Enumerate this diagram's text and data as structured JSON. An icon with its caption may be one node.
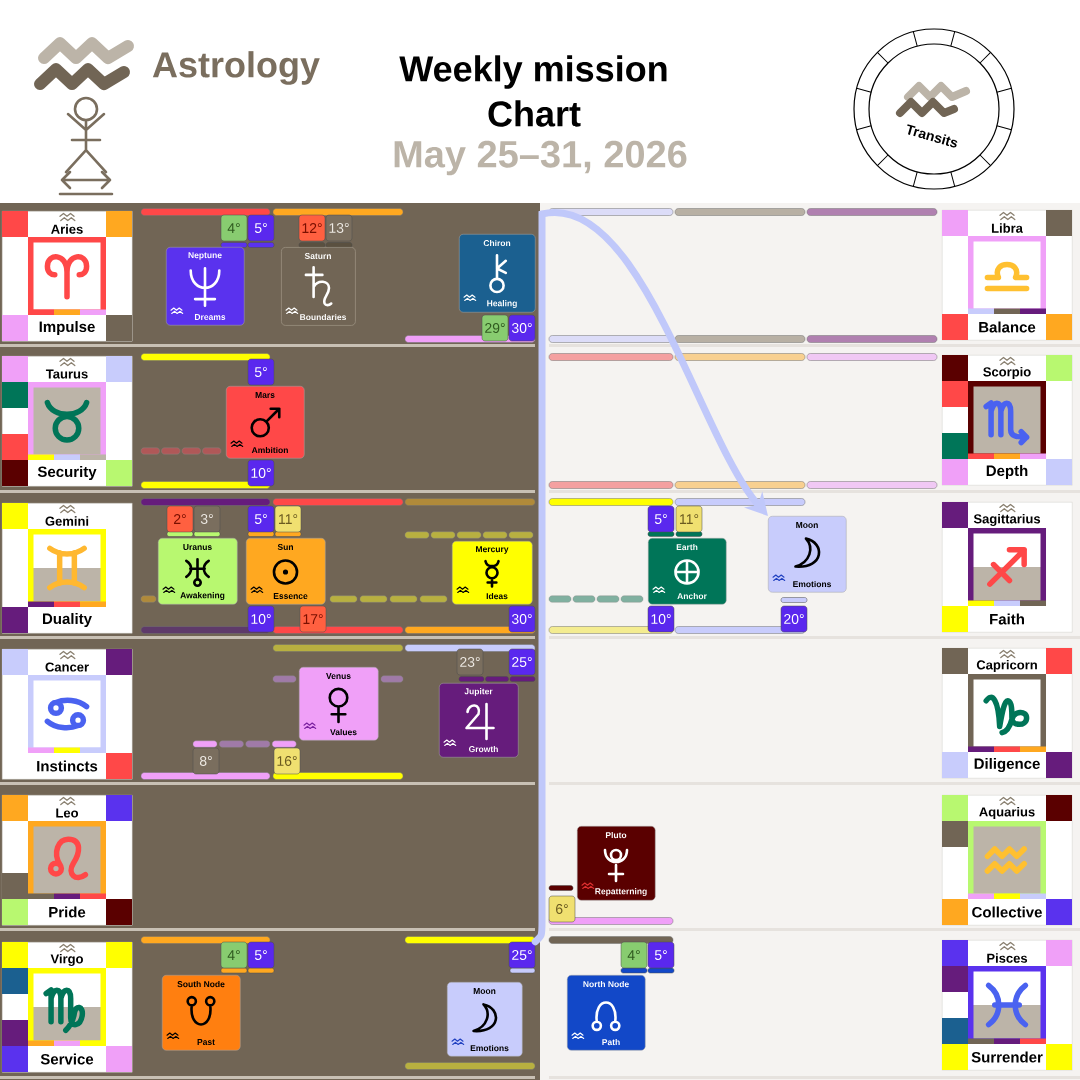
{
  "diagram": {
    "title": "Weekly mission Chart",
    "nodes": [
      {
        "text": [
          "Transits"
        ]
      },
      {
        "text": [
          "Aries",
          "Impulse"
        ]
      },
      {
        "text": [
          "4°"
        ]
      },
      {
        "text": [
          "5°"
        ]
      },
      {
        "text": [
          "12°"
        ]
      },
      {
        "text": [
          "13°"
        ]
      },
      {
        "text": [
          "Neptune",
          "Dreams"
        ]
      },
      {
        "text": [
          "Saturn",
          "Boundaries"
        ]
      },
      {
        "text": [
          "Chiron",
          "Healing"
        ]
      },
      {
        "text": [
          "29°"
        ]
      },
      {
        "text": [
          "30°"
        ]
      },
      {
        "text": [
          "Libra",
          "Balance"
        ]
      },
      {
        "text": [
          "Taurus",
          "Security"
        ]
      },
      {
        "text": [
          "5°"
        ]
      },
      {
        "text": [
          "Mars",
          "Ambition"
        ]
      },
      {
        "text": [
          "10°"
        ]
      },
      {
        "text": [
          "Scorpio",
          "Depth"
        ]
      },
      {
        "text": [
          "Gemini",
          "Duality"
        ]
      },
      {
        "text": [
          "2°"
        ]
      },
      {
        "text": [
          "3°"
        ]
      },
      {
        "text": [
          "5°"
        ]
      },
      {
        "text": [
          "11°"
        ]
      },
      {
        "text": [
          "Uranus",
          "Awakening"
        ]
      },
      {
        "text": [
          "Sun",
          "Essence"
        ]
      },
      {
        "text": [
          "Mercury",
          "Ideas"
        ]
      },
      {
        "text": [
          "10°"
        ]
      },
      {
        "text": [
          "17°"
        ]
      },
      {
        "text": [
          "30°"
        ]
      },
      {
        "text": [
          "5°"
        ]
      },
      {
        "text": [
          "11°"
        ]
      },
      {
        "text": [
          "Earth",
          "Anchor"
        ]
      },
      {
        "text": [
          "Moon",
          "Emotions"
        ]
      },
      {
        "text": [
          "10°"
        ]
      },
      {
        "text": [
          "20°"
        ]
      },
      {
        "text": [
          "Sagittarius",
          "Faith"
        ]
      },
      {
        "text": [
          "Cancer",
          "Instincts"
        ]
      },
      {
        "text": [
          "23°"
        ]
      },
      {
        "text": [
          "25°"
        ]
      },
      {
        "text": [
          "Venus",
          "Values"
        ]
      },
      {
        "text": [
          "Jupiter",
          "Growth"
        ]
      },
      {
        "text": [
          "8°"
        ]
      },
      {
        "text": [
          "16°"
        ]
      },
      {
        "text": [
          "Capricorn",
          "Diligence"
        ]
      },
      {
        "text": [
          "Leo",
          "Pride"
        ]
      },
      {
        "text": [
          "Pluto",
          "Repatterning"
        ]
      },
      {
        "text": [
          "6°"
        ]
      },
      {
        "text": [
          "Aquarius",
          "Collective"
        ]
      },
      {
        "text": [
          "Virgo",
          "Service"
        ]
      },
      {
        "text": [
          "4°"
        ]
      },
      {
        "text": [
          "5°"
        ]
      },
      {
        "text": [
          "25°"
        ]
      },
      {
        "text": [
          "South Node",
          "Past"
        ]
      },
      {
        "text": [
          "Moon",
          "Emotions"
        ]
      },
      {
        "text": [
          "4°"
        ]
      },
      {
        "text": [
          "5°"
        ]
      },
      {
        "text": [
          "North Node",
          "Path"
        ]
      },
      {
        "text": [
          "Pisces",
          "Surrender"
        ]
      }
    ],
    "edges": [
      {
        "from": 50,
        "to": 31,
        "arrow": "to",
        "color": "#c0c8fa"
      }
    ],
    "labels": [
      "Astrology",
      "May 25–31, 2026"
    ]
  }
}
